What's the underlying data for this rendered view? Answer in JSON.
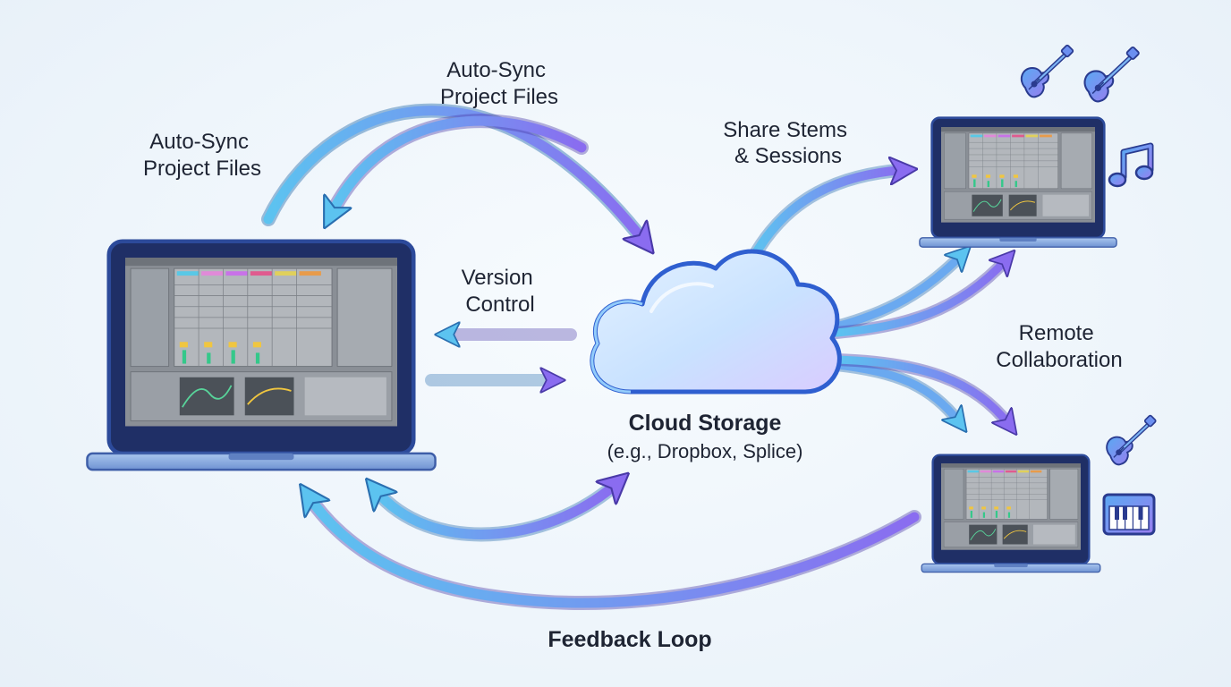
{
  "labels": {
    "sync_top": [
      "Auto-Sync",
      "Project Files"
    ],
    "sync_left": [
      "Auto-Sync",
      "Project Files"
    ],
    "version_control": [
      "Version",
      "Control"
    ],
    "share_stems": [
      "Share Stems",
      "& Sessions"
    ],
    "remote_collaboration": [
      "Remote",
      "Collaboration"
    ],
    "cloud_title": "Cloud Storage",
    "cloud_subtitle": "(e.g., Dropbox, Splice)",
    "feedback_loop": "Feedback Loop"
  },
  "colors": {
    "arrow_blue": "#5cc3f0",
    "arrow_purple": "#8a6cf0",
    "laptop_frame": "#2c4a9a",
    "laptop_base": "#8fb3e6",
    "cloud_fill": "#cfe6ff",
    "cloud_stroke": "#5b8fe8",
    "icon_blue": "#6b8ff0",
    "icon_purple": "#9a7cf0"
  },
  "icons": [
    "guitar-icon",
    "guitar-icon",
    "music-note-icon",
    "guitar-icon",
    "piano-keyboard-icon"
  ]
}
